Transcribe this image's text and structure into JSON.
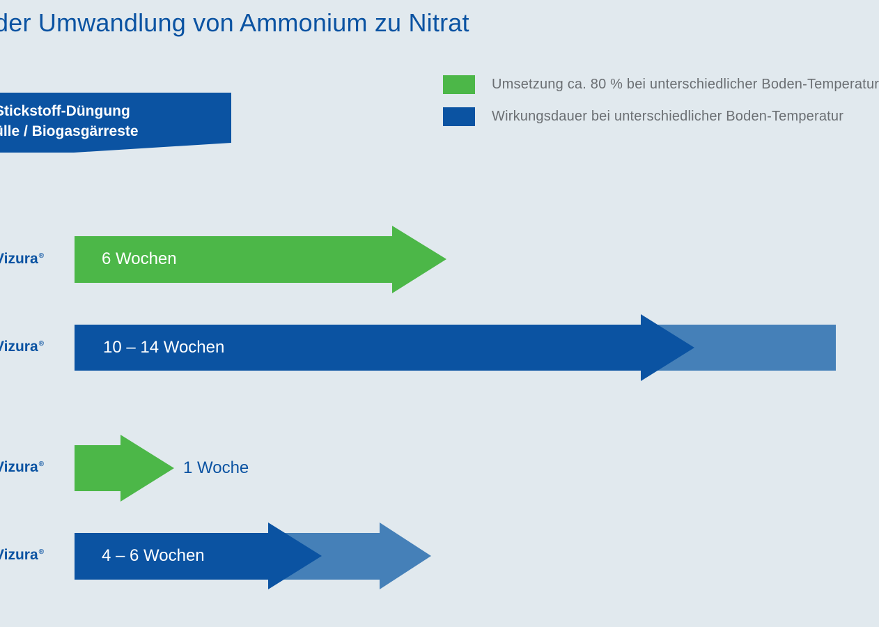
{
  "title": "der Umwandlung von Ammonium zu Nitrat",
  "legend": [
    {
      "label": "Umsetzung ca. 80 % bei unterschiedlicher Boden-Temperatur",
      "color": "#4cb748"
    },
    {
      "label": "Wirkungsdauer bei unterschiedlicher Boden-Temperatur",
      "color": "#0b53a2"
    }
  ],
  "banner": {
    "line1": "Stickstoff-Düngung",
    "line2": "ülle / Biogasgärreste",
    "color": "#0b53a2"
  },
  "rows": [
    {
      "label": "Vizura",
      "reg": "®",
      "bar_text": "6 Wochen"
    },
    {
      "label": "Vizura",
      "reg": "®",
      "bar_text": "10 – 14 Wochen"
    },
    {
      "label": "Vizura",
      "reg": "®",
      "bar_text": "1 Woche"
    },
    {
      "label": "Vizura",
      "reg": "®",
      "bar_text": "4 – 6 Wochen"
    }
  ],
  "colors": {
    "green": "#4cb748",
    "blue": "#0b53a2",
    "light_blue": "#4580b8",
    "title": "#0b53a2",
    "background": "#e1e9ee"
  }
}
